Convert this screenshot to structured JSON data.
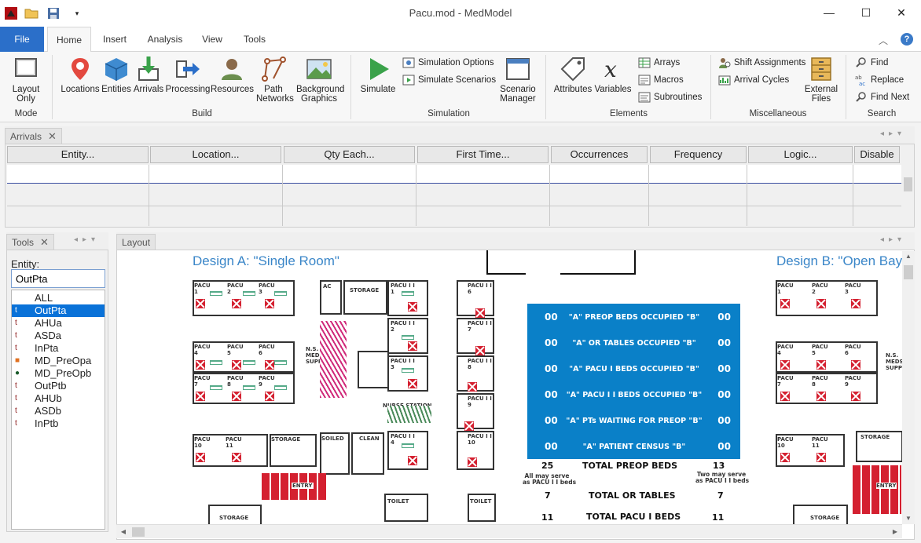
{
  "window": {
    "title": "Pacu.mod - MedModel",
    "minimize": "—",
    "maximize": "☐",
    "close": "✕"
  },
  "ribbon_tabs": [
    "File",
    "Home",
    "Insert",
    "Analysis",
    "View",
    "Tools"
  ],
  "ribbon": {
    "mode": {
      "label": "Mode",
      "layout_only": "Layout Only"
    },
    "build": {
      "label": "Build",
      "buttons": [
        "Locations",
        "Entities",
        "Arrivals",
        "Processing",
        "Resources",
        "Path Networks",
        "Background Graphics"
      ]
    },
    "simulation": {
      "label": "Simulation",
      "simulate": "Simulate",
      "options": "Simulation Options",
      "scenarios": "Simulate Scenarios",
      "manager": "Scenario Manager"
    },
    "elements": {
      "label": "Elements",
      "attributes": "Attributes",
      "variables": "Variables",
      "arrays": "Arrays",
      "macros": "Macros",
      "subroutines": "Subroutines"
    },
    "miscellaneous": {
      "label": "Miscellaneous",
      "shift": "Shift Assignments",
      "arrival_cycles": "Arrival Cycles",
      "external_files": "External Files"
    },
    "search": {
      "label": "Search",
      "find": "Find",
      "replace": "Replace",
      "find_next": "Find Next"
    }
  },
  "arrivals_panel": {
    "tab": "Arrivals",
    "columns": [
      "Entity...",
      "Location...",
      "Qty Each...",
      "First Time...",
      "Occurrences",
      "Frequency",
      "Logic...",
      "Disable"
    ]
  },
  "tools_panel": {
    "tab": "Tools",
    "entity_label": "Entity:",
    "entity_value": "OutPta",
    "entities": [
      {
        "name": "ALL",
        "marker": ""
      },
      {
        "name": "OutPta",
        "marker": "t"
      },
      {
        "name": "AHUa",
        "marker": "t"
      },
      {
        "name": "ASDa",
        "marker": "t"
      },
      {
        "name": "InPta",
        "marker": "t"
      },
      {
        "name": "MD_PreOpa",
        "marker": "■"
      },
      {
        "name": "MD_PreOpb",
        "marker": "●"
      },
      {
        "name": "OutPtb",
        "marker": "t"
      },
      {
        "name": "AHUb",
        "marker": "t"
      },
      {
        "name": "ASDb",
        "marker": "t"
      },
      {
        "name": "InPtb",
        "marker": "t"
      }
    ],
    "selected_index": 1
  },
  "layout_panel": {
    "tab": "Layout",
    "design_a": "Design A: \"Single Room\"",
    "design_b": "Design B: \"Open Bay\"",
    "labels": {
      "pacu1": "PACU\n1",
      "pacu2": "PACU\n2",
      "pacu3": "PACU\n3",
      "pacu4": "PACU\n4",
      "pacu5": "PACU\n5",
      "pacu6": "PACU\n6",
      "pacu7": "PACU\n7",
      "pacu8": "PACU\n8",
      "pacu9": "PACU\n9",
      "pacu10": "PACU\n10",
      "pacu11": "PACU\n11",
      "pacuii1": "PACU I I\n1",
      "pacuii2": "PACU I I\n2",
      "pacuii3": "PACU I I\n3",
      "pacuii4": "PACU I I\n4",
      "pacuii6": "PACU I I\n6",
      "pacuii7": "PACU I I\n7",
      "pacuii8": "PACU I I\n8",
      "pacuii9": "PACU I I\n9",
      "pacuii10": "PACU I I\n10",
      "ac": "AC",
      "storage": "STORAGE",
      "soiled": "SOILED",
      "clean": "CLEAN",
      "ns_meds": "N.S.\nMEDS\nSUPPLIES",
      "nurse_station": "NURSE STATION",
      "entry": "ENTRY",
      "toilet": "TOILET"
    },
    "board": [
      {
        "a": "00",
        "label": "\"A\"  PREOP BEDS OCCUPIED  \"B\"",
        "b": "00"
      },
      {
        "a": "00",
        "label": "\"A\"  OR TABLES OCCUPIED  \"B\"",
        "b": "00"
      },
      {
        "a": "00",
        "label": "\"A\"  PACU  I  BEDS OCCUPIED  \"B\"",
        "b": "00"
      },
      {
        "a": "00",
        "label": "\"A\"  PACU  I I  BEDS OCCUPIED  \"B\"",
        "b": "00"
      },
      {
        "a": "00",
        "label": "\"A\"  PTs WAITING FOR PREOP  \"B\"",
        "b": "00"
      },
      {
        "a": "00",
        "label": "\"A\"  PATIENT CENSUS  \"B\"",
        "b": "00"
      }
    ],
    "totals": [
      {
        "a": "25",
        "label": "TOTAL PREOP BEDS",
        "b": "13"
      },
      {
        "a": "7",
        "label": "TOTAL OR TABLES",
        "b": "7"
      },
      {
        "a": "11",
        "label": "TOTAL PACU I BEDS",
        "b": "11"
      }
    ],
    "note_a": "All may serve\nas PACU I I beds",
    "note_b": "Two may serve\nas PACU I I beds"
  },
  "colors": {
    "accent": "#2b6fc9",
    "board": "#0a80c8",
    "bed": "#d42030",
    "design_title": "#3a86c8"
  }
}
